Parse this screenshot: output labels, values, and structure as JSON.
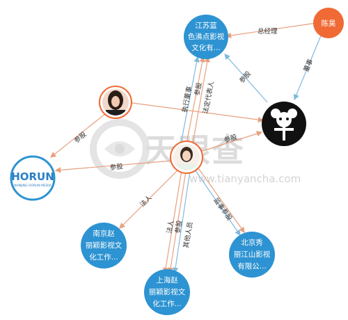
{
  "watermark": {
    "name": "天眼查",
    "url": "www.tianyancha.com"
  },
  "nodes": {
    "jiangsu_company": {
      "lines": [
        "江苏蓝",
        "色沸点影视",
        "文化有..."
      ]
    },
    "chen_hao": {
      "label": "陈昊"
    },
    "penguin_company": {
      "icon": "penguin-fm-logo"
    },
    "woman_shareholder": {
      "icon": "person-avatar"
    },
    "center_person": {
      "icon": "person-avatar"
    },
    "horun_company": {
      "logo_text": "HORUN",
      "logo_sub": "NANJING HORUN MEDIA"
    },
    "nanjing_company": {
      "lines": [
        "南京赵",
        "丽颖影视文",
        "化工作..."
      ]
    },
    "shanghai_company": {
      "lines": [
        "上海赵",
        "丽颖影视文",
        "化工作..."
      ]
    },
    "beijing_company": {
      "lines": [
        "北京秀",
        "丽江山影视",
        "有限公..."
      ]
    }
  },
  "edges": {
    "general_manager": "总经理",
    "director": "董事",
    "share_jiangsu_penguin": "参股",
    "exec_director": "执行董事",
    "share_center_jiangsu": "参股",
    "legal_rep_jiangsu": "法定代表人",
    "share_woman_horun": "参股",
    "share_center_penguin": "参股",
    "share_center_horun": "参股",
    "legal_nanjing": "法人",
    "legal_shanghai": "法人",
    "share_shanghai": "参股",
    "other_staff_shanghai": "其他人员",
    "supervisor_beijing": "监事",
    "share_beijing": "参股"
  },
  "colors": {
    "company_blue": "#2d93d2",
    "person_orange": "#f06a35",
    "edge_orange": "#e8a07e",
    "edge_blue": "#7eb9e0",
    "penguin_black": "#111111"
  }
}
